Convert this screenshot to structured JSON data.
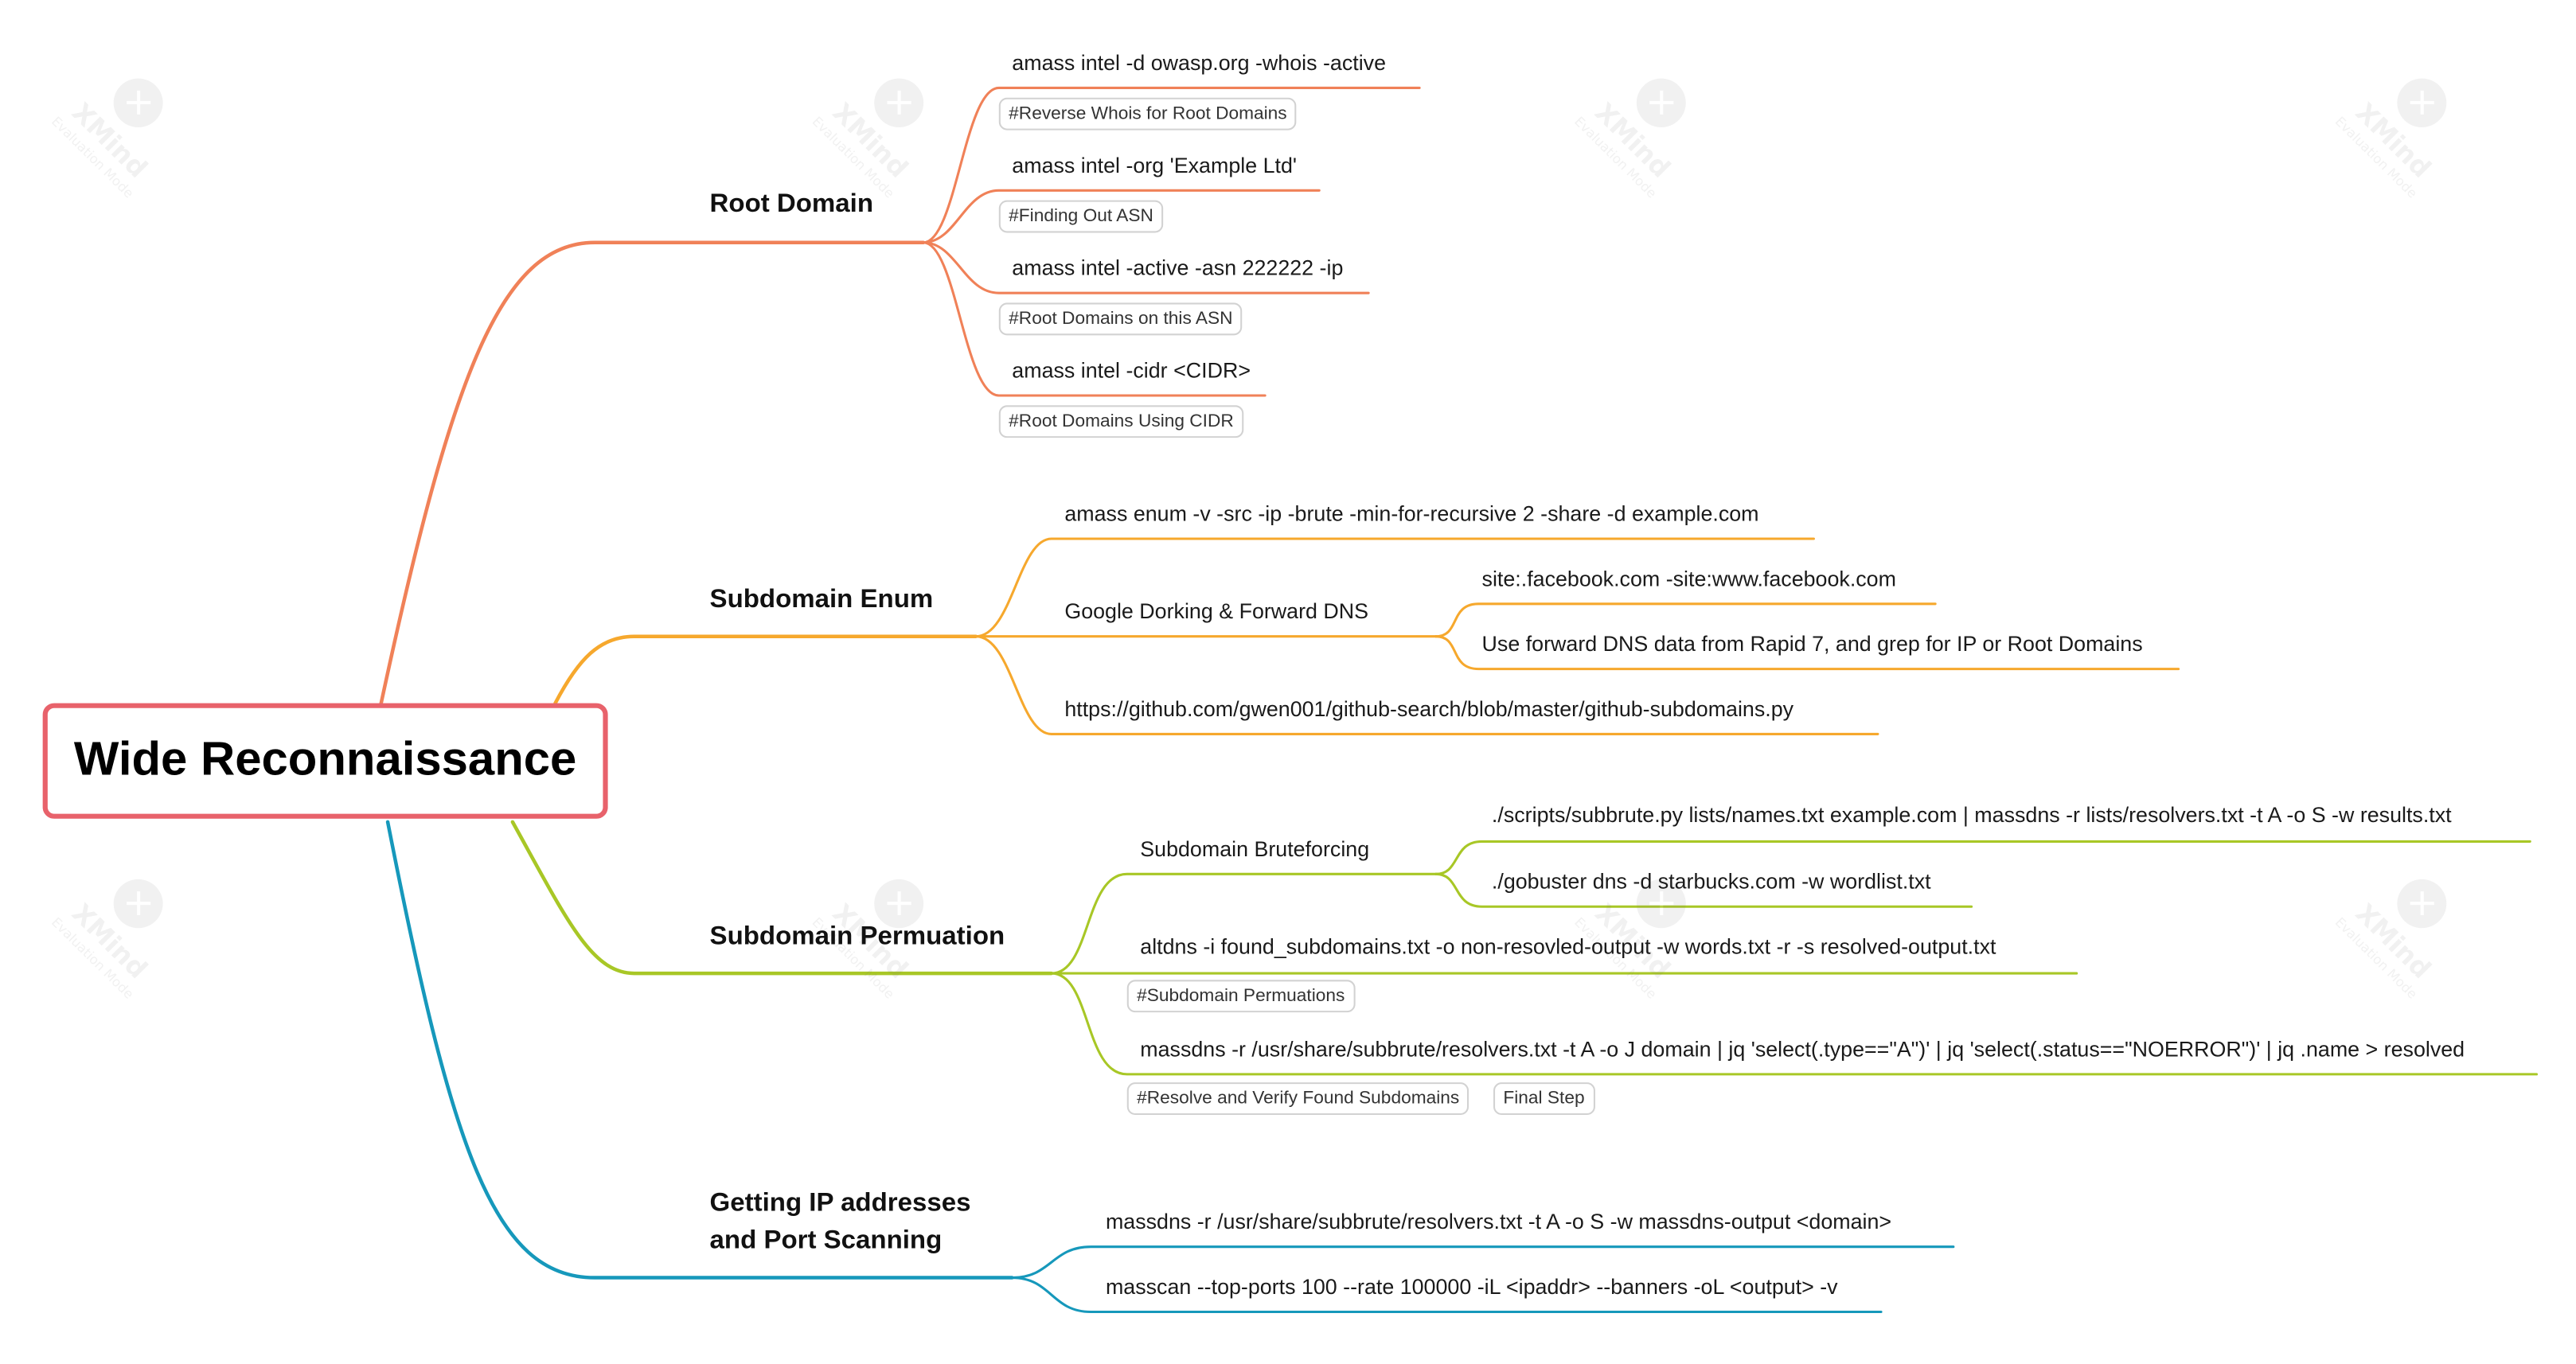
{
  "watermark": {
    "brand": "XMind",
    "mode": "Evaluation Mode"
  },
  "central_topic": "Wide Reconnaissance",
  "colors": {
    "central_border": "#e8626b",
    "root_domain": "#f08158",
    "subdomain_enum": "#f6a82d",
    "subdomain_permutation": "#a8c726",
    "ip_port_scanning": "#1698bb"
  },
  "branches": {
    "root_domain": {
      "title": "Root Domain",
      "items": [
        {
          "text": "amass intel -d owasp.org -whois -active",
          "label": "#Reverse Whois for Root Domains"
        },
        {
          "text": "amass intel -org 'Example Ltd'",
          "label": "#Finding Out ASN"
        },
        {
          "text": "amass intel -active -asn 222222 -ip",
          "label": "#Root Domains on this ASN"
        },
        {
          "text": "amass intel -cidr <CIDR>",
          "label": "#Root Domains Using CIDR"
        }
      ]
    },
    "subdomain_enum": {
      "title": "Subdomain Enum",
      "items": [
        {
          "text": "amass enum -v -src -ip -brute -min-for-recursive 2 -share -d example.com"
        },
        {
          "text": "Google Dorking & Forward DNS",
          "children": [
            "site:.facebook.com -site:www.facebook.com",
            "Use forward DNS data from Rapid 7, and grep for IP or Root Domains"
          ]
        },
        {
          "text": "https://github.com/gwen001/github-search/blob/master/github-subdomains.py"
        }
      ]
    },
    "subdomain_permutation": {
      "title": "Subdomain Permuation",
      "items": [
        {
          "text": "Subdomain Bruteforcing",
          "children": [
            "./scripts/subbrute.py lists/names.txt example.com | massdns -r lists/resolvers.txt -t A -o S -w results.txt",
            "./gobuster dns -d starbucks.com -w wordlist.txt"
          ]
        },
        {
          "text": "altdns -i found_subdomains.txt -o non-resovled-output -w words.txt -r -s resolved-output.txt",
          "labels": [
            "#Subdomain Permuations"
          ]
        },
        {
          "text": "massdns -r /usr/share/subbrute/resolvers.txt -t A -o J domain | jq 'select(.type==\"A\")' | jq 'select(.status==\"NOERROR\")' | jq .name > resolved",
          "labels": [
            "#Resolve and Verify Found Subdomains",
            "Final Step"
          ]
        }
      ]
    },
    "ip_port_scanning": {
      "title_lines": [
        "Getting IP addresses",
        "and Port Scanning"
      ],
      "items": [
        {
          "text": "massdns -r /usr/share/subbrute/resolvers.txt -t A -o S -w massdns-output <domain>"
        },
        {
          "text": "masscan --top-ports 100 --rate 100000 -iL <ipaddr> --banners -oL <output> -v"
        }
      ]
    }
  }
}
